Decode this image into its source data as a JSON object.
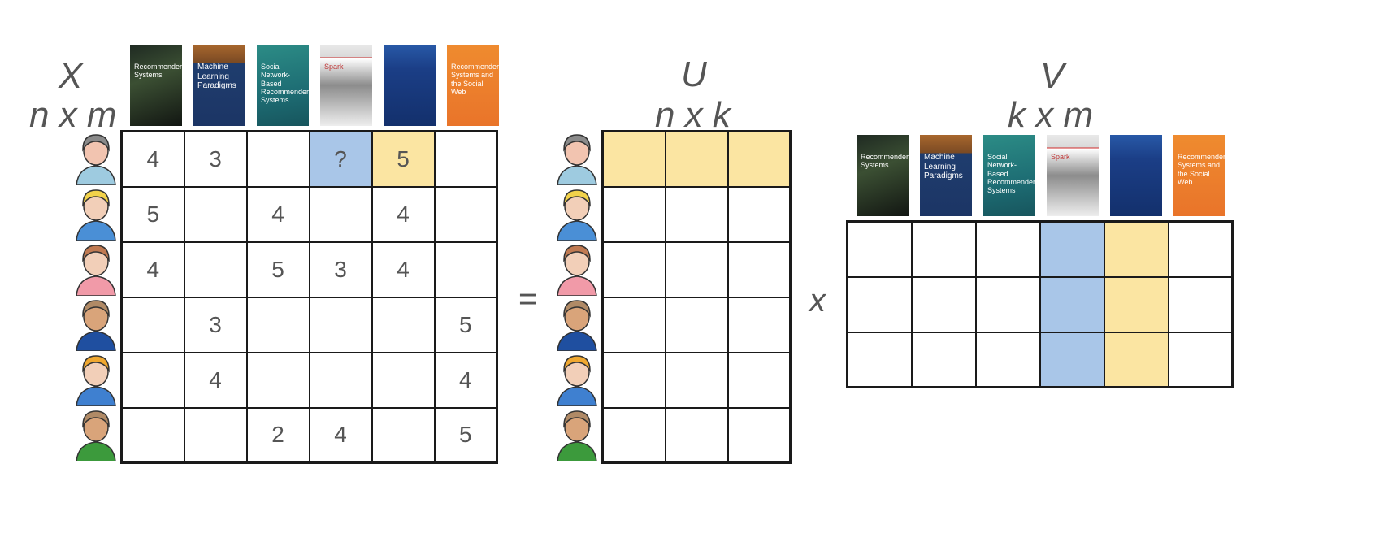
{
  "labels": {
    "x_title": "X",
    "x_dims": "n x m",
    "u_title": "U",
    "u_dims": "n x k",
    "v_title": "V",
    "v_dims": "k x m",
    "equals": "=",
    "times": "x"
  },
  "books": [
    {
      "title": "Recommender Systems",
      "icon": "book-cover-recommender-systems"
    },
    {
      "title": "Machine Learning Paradigms",
      "icon": "book-cover-ml-paradigms"
    },
    {
      "title": "Social Network-Based Recommender Systems",
      "icon": "book-cover-social-network"
    },
    {
      "title": "Spark",
      "icon": "book-cover-spark"
    },
    {
      "title": "",
      "icon": "book-cover-blue"
    },
    {
      "title": "Recommender Systems and the Social Web",
      "icon": "book-cover-social-web"
    }
  ],
  "users": [
    {
      "icon": "user-woman-gray-hair-icon",
      "hair": "#8a8a8a",
      "shirt": "#9ecbe0",
      "skin": "#f2c4b0"
    },
    {
      "icon": "user-man-blond-icon",
      "hair": "#f2d24a",
      "shirt": "#4a8fd6",
      "skin": "#f2cfb8"
    },
    {
      "icon": "user-woman-brown-hair-icon",
      "hair": "#c07a52",
      "shirt": "#f19aa8",
      "skin": "#f2cfb8"
    },
    {
      "icon": "user-man-suit-icon",
      "hair": "#b08a66",
      "shirt": "#1f4fa0",
      "skin": "#d9a47a"
    },
    {
      "icon": "user-woman-blonde-icon",
      "hair": "#f0a830",
      "shirt": "#3f80d0",
      "skin": "#f2cfb8"
    },
    {
      "icon": "user-man-green-icon",
      "hair": "#b08a66",
      "shirt": "#3c9a3c",
      "skin": "#d9a47a"
    }
  ],
  "ratings": [
    [
      "4",
      "3",
      "",
      "?",
      "5",
      ""
    ],
    [
      "5",
      "",
      "4",
      "",
      "4",
      ""
    ],
    [
      "4",
      "",
      "5",
      "3",
      "4",
      ""
    ],
    [
      "",
      "3",
      "",
      "",
      "",
      "5"
    ],
    [
      "",
      "4",
      "",
      "",
      "",
      "4"
    ],
    [
      "",
      "",
      "2",
      "4",
      "",
      "5"
    ]
  ],
  "highlight": {
    "x_blue": [
      0,
      3
    ],
    "x_yellow": [
      0,
      4
    ],
    "u_yellow_row": 0,
    "v_blue_col": 3,
    "v_yellow_col": 4
  },
  "colors": {
    "blue": "#a9c6e8",
    "yellow": "#fbe5a2"
  },
  "u_shape": [
    6,
    3
  ],
  "v_shape": [
    3,
    6
  ]
}
